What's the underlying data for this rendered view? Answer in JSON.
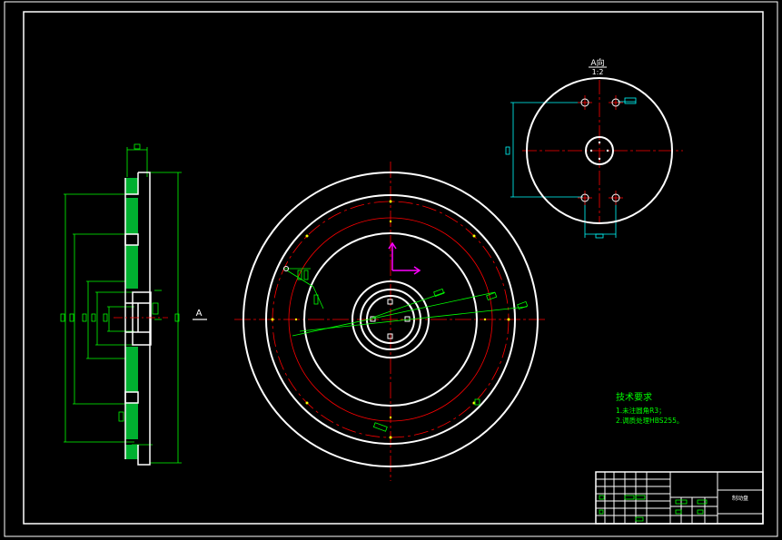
{
  "colors": {
    "background": "#000000",
    "outline": "#ffffff",
    "centerline": "#ff0000",
    "dimension": "#00ff00",
    "leader": "#00ffff",
    "hatch": "#00cc33",
    "arrow": "#ff00ff",
    "marker": "#ffff00"
  },
  "section_label": "A",
  "view_label": "A向",
  "view_scale": "1:2",
  "tech_req": {
    "title": "技术要求",
    "line1": "1.未注圆角R3；",
    "line2": "2.调质处理HBS255。"
  },
  "title_block": {
    "part_name": "制动盘"
  }
}
